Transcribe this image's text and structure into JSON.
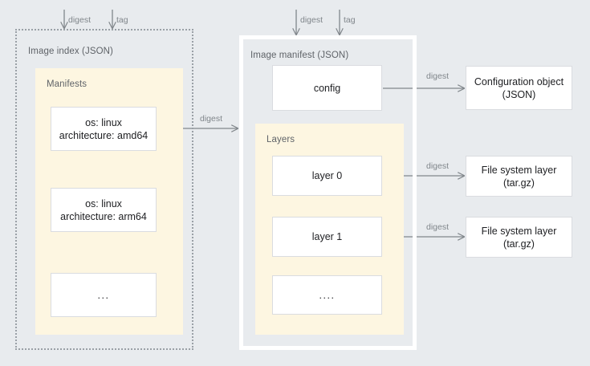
{
  "diagram": {
    "title": "OCI image index / manifest relationship diagram",
    "background_color": "#e8ebee",
    "group_color": "#fdf6e1",
    "card_color": "#ffffff",
    "line_color": "#80868b",
    "containers": {
      "image_index": {
        "title": "Image index (JSON)",
        "border_style": "dotted",
        "group": {
          "label": "Manifests",
          "cards": [
            {
              "line1": "os: linux",
              "line2": "architecture: amd64"
            },
            {
              "line1": "os: linux",
              "line2": "architecture: arm64"
            },
            {
              "line1": "...",
              "line2": ""
            }
          ]
        }
      },
      "image_manifest": {
        "title": "Image manifest (JSON)",
        "border_style": "solid-white",
        "config_card": "config",
        "group": {
          "label": "Layers",
          "cards": [
            {
              "line1": "layer 0"
            },
            {
              "line1": "layer 1"
            },
            {
              "line1": "...."
            }
          ]
        }
      }
    },
    "blobs": [
      {
        "line1": "Configuration object",
        "line2": "(JSON)"
      },
      {
        "line1": "File system layer",
        "line2": "(tar.gz)"
      },
      {
        "line1": "File system layer",
        "line2": "(tar.gz)"
      }
    ],
    "edges": [
      {
        "label": "digest",
        "from": "external",
        "to": "image-index",
        "direction": "down"
      },
      {
        "label": "tag",
        "from": "external",
        "to": "image-index",
        "direction": "down"
      },
      {
        "label": "digest",
        "from": "external",
        "to": "image-manifest",
        "direction": "down"
      },
      {
        "label": "tag",
        "from": "external",
        "to": "image-manifest",
        "direction": "down"
      },
      {
        "label": "digest",
        "from": "manifest-amd64",
        "to": "image-manifest",
        "direction": "right"
      },
      {
        "label": "digest",
        "from": "config",
        "to": "configuration-object",
        "direction": "right"
      },
      {
        "label": "digest",
        "from": "layer-0",
        "to": "file-system-layer-0",
        "direction": "right"
      },
      {
        "label": "digest",
        "from": "layer-1",
        "to": "file-system-layer-1",
        "direction": "right"
      }
    ]
  }
}
